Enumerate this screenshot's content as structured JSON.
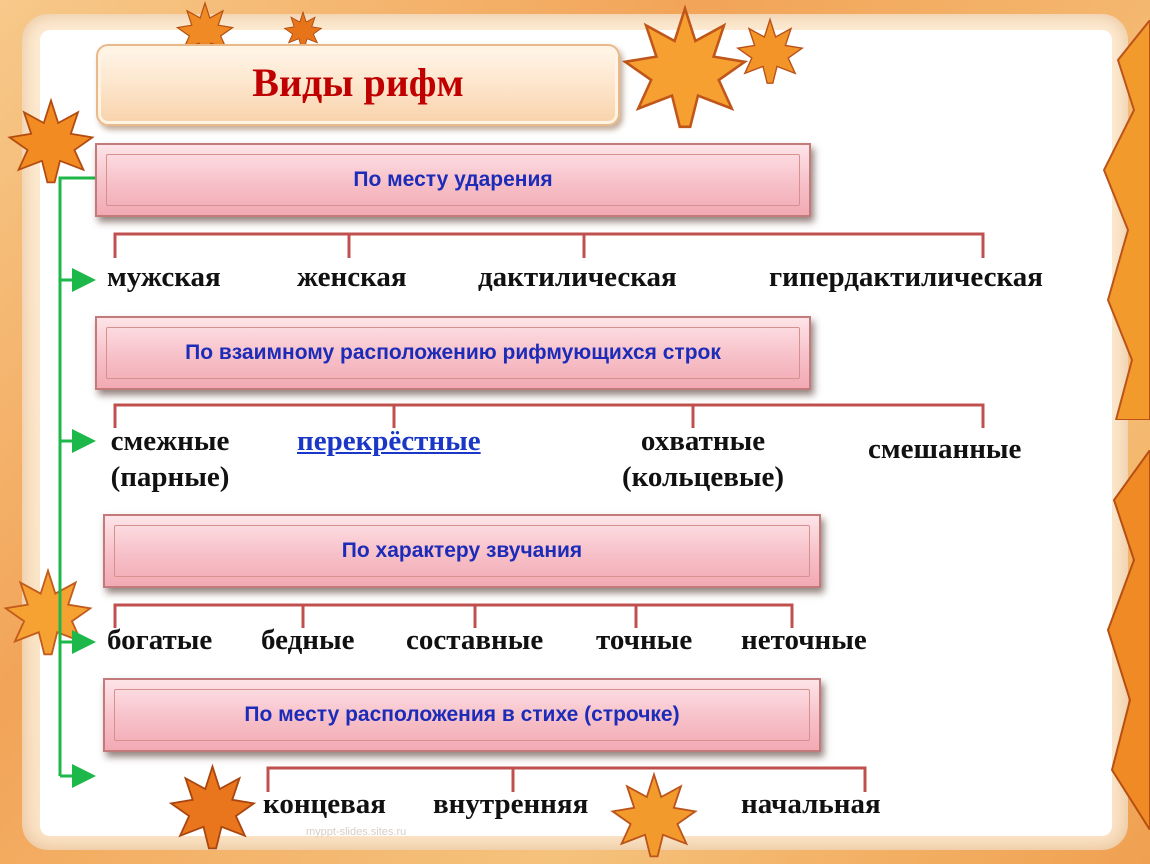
{
  "title": "Виды рифм",
  "categories": [
    {
      "label": "По месту ударения",
      "items": [
        "мужская",
        "женская",
        "дактилическая",
        "гипердактилическая"
      ]
    },
    {
      "label": "По взаимному расположению рифмующихся строк",
      "items": [
        {
          "line1": "смежные",
          "line2": "(парные)"
        },
        {
          "line1": "перекрёстные"
        },
        {
          "line1": "охватные",
          "line2": "(кольцевые)"
        },
        {
          "line1": "смешанные"
        }
      ]
    },
    {
      "label": "По характеру звучания",
      "items": [
        "богатые",
        "бедные",
        "составные",
        "точные",
        "неточные"
      ]
    },
    {
      "label": "По месту расположения в стихе (строчке)",
      "items": [
        "концевая",
        "внутренняя",
        "начальная"
      ]
    }
  ],
  "watermark": "myppt-slides.sites.ru",
  "colors": {
    "title": "#c00000",
    "category_text": "#1c2bb8",
    "connector_green": "#1db84a",
    "bracket_red": "#c0504d"
  }
}
